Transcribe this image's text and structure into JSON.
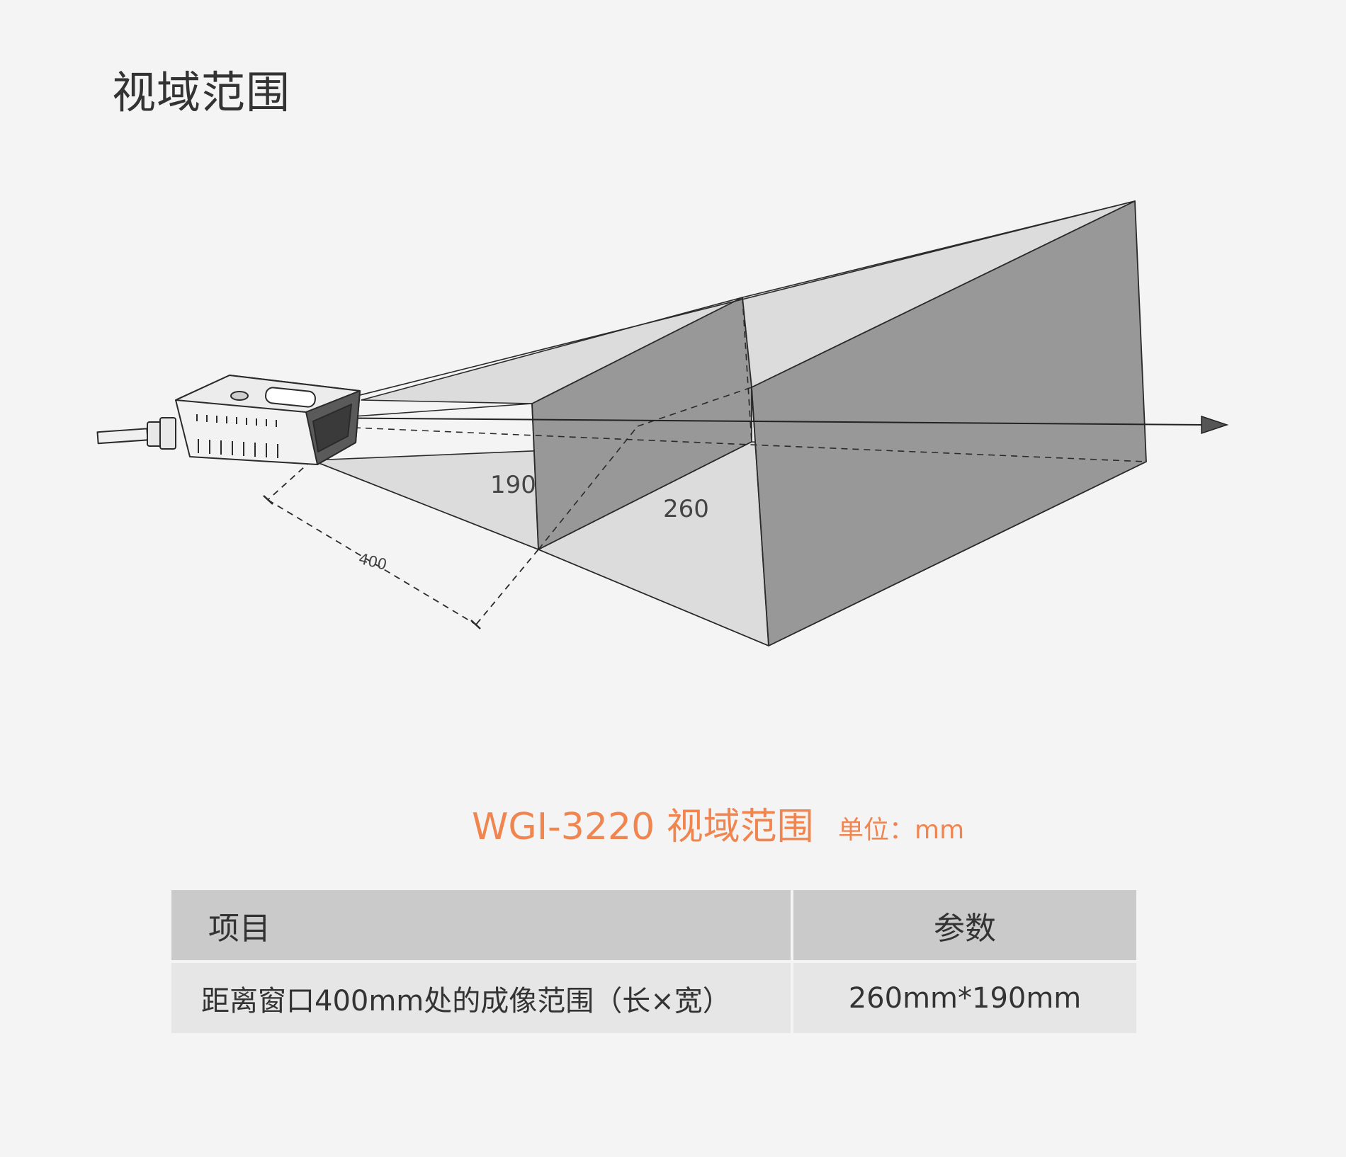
{
  "page": {
    "title": "视域范围"
  },
  "diagram": {
    "labels": {
      "height": "190",
      "width": "260",
      "distance": "400"
    }
  },
  "caption": {
    "title": "WGI-3220 视域范围",
    "unit": "单位：mm"
  },
  "table": {
    "headers": [
      "项目",
      "参数"
    ],
    "rows": [
      [
        "距离窗口400mm处的成像范围（长×宽）",
        "260mm*190mm"
      ]
    ]
  },
  "colors": {
    "background": "#f4f4f4",
    "accent": "#f0854f",
    "table_header": "#cacaca",
    "table_row": "#e6e6e6",
    "face_dark": "#989898",
    "face_light": "#dcdcdc"
  }
}
